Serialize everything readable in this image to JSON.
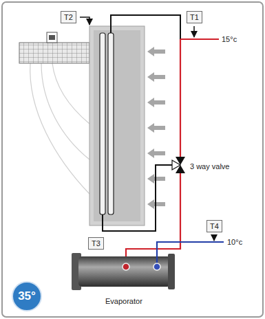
{
  "diagram": {
    "nodes": [
      {
        "text": [
          "T2"
        ]
      },
      {
        "text": [
          "T1"
        ]
      },
      {
        "text": [
          "T3"
        ]
      },
      {
        "text": [
          "T4"
        ]
      },
      {
        "text": [
          "35°"
        ]
      }
    ],
    "labels": [
      "15°c",
      "3 way valve",
      "Evaporator",
      "10°c"
    ]
  }
}
